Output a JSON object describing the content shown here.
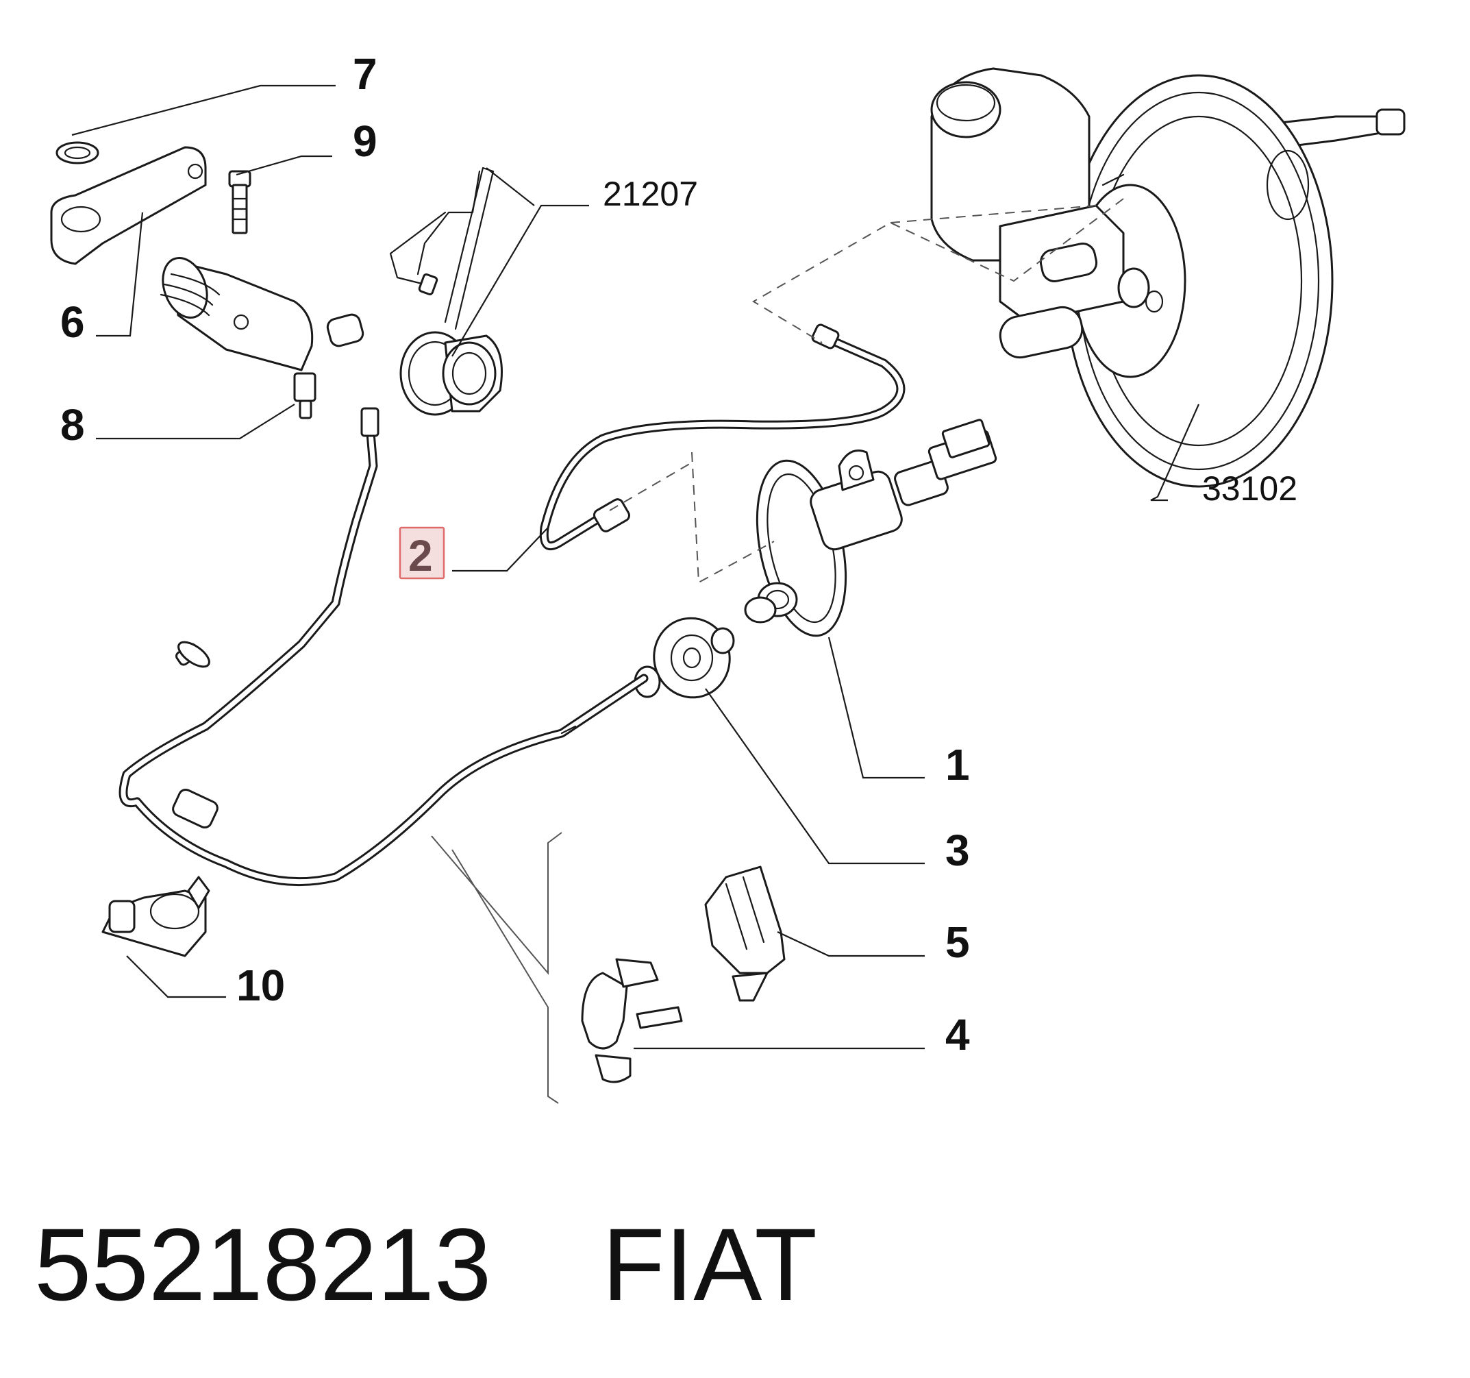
{
  "callouts": {
    "c1": "1",
    "c2": "2",
    "c3": "3",
    "c4": "4",
    "c5": "5",
    "c6": "6",
    "c7": "7",
    "c8": "8",
    "c9": "9",
    "c10": "10",
    "c21207": "21207",
    "c33102": "33102"
  },
  "highlighted_callout": "2",
  "footer": {
    "part_number": "55218213",
    "brand": "FIAT"
  },
  "colors": {
    "highlight_fill": "#f4dede",
    "highlight_border": "#e06a6a",
    "line": "#1a1a1a"
  }
}
